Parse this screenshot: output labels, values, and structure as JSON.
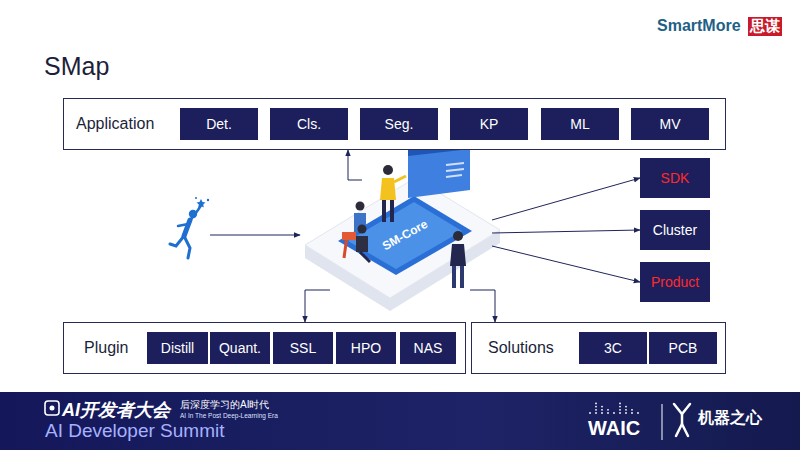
{
  "diagram": {
    "title": "SMap",
    "nodes": [
      {
        "text": [
          "Application"
        ]
      },
      {
        "text": [
          "Det."
        ],
        "in": 0
      },
      {
        "text": [
          "Cls."
        ],
        "in": 0
      },
      {
        "text": [
          "Seg."
        ],
        "in": 0
      },
      {
        "text": [
          "KP"
        ],
        "in": 0
      },
      {
        "text": [
          "ML"
        ],
        "in": 0
      },
      {
        "text": [
          "MV"
        ],
        "in": 0
      },
      {
        "text": [
          "SM-Core"
        ]
      },
      {
        "text": [
          "SDK"
        ]
      },
      {
        "text": [
          "Cluster"
        ]
      },
      {
        "text": [
          "Product"
        ]
      },
      {
        "text": [
          "Plugin"
        ]
      },
      {
        "text": [
          "Distill"
        ],
        "in": 11
      },
      {
        "text": [
          "Quant."
        ],
        "in": 11
      },
      {
        "text": [
          "SSL"
        ],
        "in": 11
      },
      {
        "text": [
          "HPO"
        ],
        "in": 11
      },
      {
        "text": [
          "NAS"
        ],
        "in": 11
      },
      {
        "text": [
          "Solutions"
        ]
      },
      {
        "text": [
          "3C"
        ],
        "in": 17
      },
      {
        "text": [
          "PCB"
        ],
        "in": 17
      }
    ],
    "edges": [
      {
        "from": 7,
        "to": 0,
        "arrow": "to"
      },
      {
        "from": 7,
        "to": 8,
        "arrow": "to"
      },
      {
        "from": 7,
        "to": 9,
        "arrow": "to"
      },
      {
        "from": 7,
        "to": 10,
        "arrow": "to"
      },
      {
        "from": 7,
        "to": 11,
        "arrow": "to"
      },
      {
        "from": 7,
        "to": 17,
        "arrow": "to"
      }
    ],
    "labels": [
      "SmartMore",
      "思谋",
      "AI开发者大会",
      "后深度学习的AI时代",
      "AI In The Post Deep-Learning Era",
      "AI Developer Summit",
      "WAIC",
      "机器之心"
    ]
  }
}
